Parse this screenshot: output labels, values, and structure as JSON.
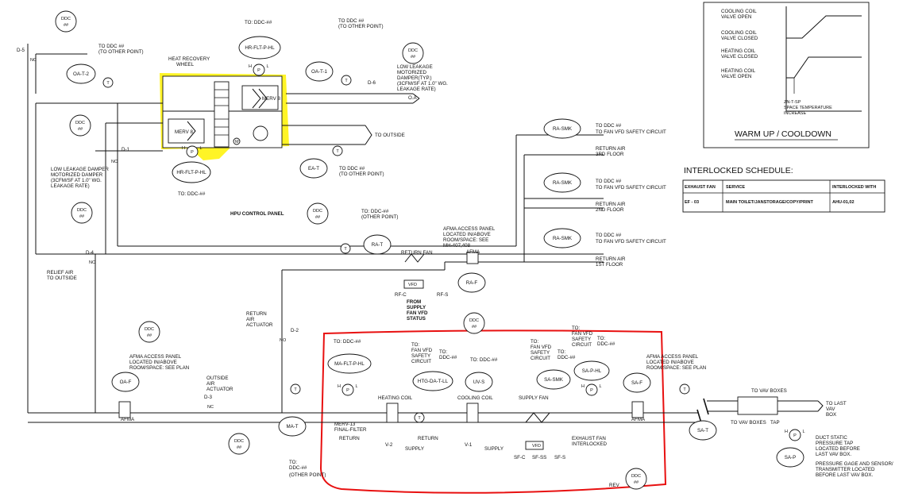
{
  "labels": {
    "ddc": "DDC",
    "hash": "##",
    "to_ddc": "TO: DDC-##",
    "to_other_point": "(TO OTHER POINT)",
    "other_point_caps": "(OTHER POINT)",
    "to_ddc_hash": "TO DDC ##",
    "to_fan_vfd_safety": "TO FAN VFD SAFETY CIRCUIT",
    "nc": "NC",
    "no": "NO",
    "d5": "D-5",
    "d1": "D-1",
    "d4": "D-4",
    "d6": "D-6",
    "d2": "D-2",
    "d3": "D-3",
    "v1": "V-1",
    "v2": "V-2",
    "oa": "O.A",
    "oat1": "OA-T-1",
    "oat2": "OA-T-2",
    "eat": "EA-T",
    "rat": "RA-T",
    "mat": "MA-T",
    "sat": "SA-T",
    "hrfltphl": "HR-FLT-P-HL",
    "mafltphl": "MA-FLT-P-HL",
    "saphl": "SA-P-HL",
    "rasmk": "RA-SMK",
    "sasmk": "SA-SMK",
    "raf": "RA-F",
    "oaf": "OA-F",
    "saf": "SA-F",
    "uvs": "UV-S",
    "htgdatll": "HTG-DA-T-LL",
    "sap": "SA-P",
    "merv8": "MERV 8",
    "heat_recovery_1": "HEAT RECOVERY",
    "heat_recovery_2": "WHEEL",
    "hpu_panel": "HPU CONTROL PANEL",
    "to_outside": "TO OUTSIDE",
    "low_leak_a": [
      "LOW LEAKAGE",
      "MOTORIZED",
      "DAMPER(TYP.)",
      "(3CFM/SF AT 1.0\" WG.",
      "LEAKAGE RATE)"
    ],
    "low_leak_b": [
      "LOW LEAKAGE DAMPER",
      "MOTORIZED DAMPER",
      "(3CFM/SF AT 1.0\" WG.",
      "LEAKAGE RATE)"
    ],
    "relief_air": [
      "RELIEF AIR",
      "TO OUTSIDE"
    ],
    "return_fan": "RETURN FAN",
    "afma": "AFMA",
    "afma_panel_top": [
      "AFMA ACCESS PANEL",
      "LOCATED IN/ABOVE",
      "ROOM/SPACE: SEE",
      "MH-407,408"
    ],
    "afma_panel_left": [
      "AFMA ACCESS PANEL",
      "LOCATED IN/ABOVE",
      "ROOM/SPACE: SEE PLAN"
    ],
    "afma_panel_right": [
      "AFMA ACCESS PANEL",
      "LOCATED IN/ABOVE",
      "ROOM/SPACE: SEE PLAN"
    ],
    "vfd": "VFD",
    "rfc": "RF-C",
    "rfs": "RF-S",
    "sfc": "SF-C",
    "sfss": "SF-SS",
    "sfs": "SF-S",
    "from_supply": [
      "FROM",
      "SUPPLY",
      "FAN VFD",
      "STATUS"
    ],
    "return_air_3": [
      "RETURN AIR",
      "3RD FLOOR"
    ],
    "return_air_2": [
      "RETURN AIR",
      "2ND FLOOR"
    ],
    "return_air_1": [
      "RETURN AIR",
      "1ST FLOOR"
    ],
    "return_air_actuator": [
      "RETURN",
      "AIR",
      "ACTUATOR"
    ],
    "outside_air_actuator": [
      "OUTSIDE",
      "AIR",
      "ACTUATOR"
    ],
    "merv13": [
      "MERV-13",
      "FINAL-FILTER"
    ],
    "heating_coil": "HEATING COIL",
    "cooling_coil": "COOLING COIL",
    "supply_fan": "SUPPLY FAN",
    "return": "RETURN",
    "supply": "SUPPLY",
    "exhaust_fan_interlocked": [
      "EXHAUST FAN",
      "INTERLOCKED"
    ],
    "fan_vfd_safety_stack": [
      "TO:",
      "FAN VFD",
      "SAFETY",
      "CIRCUIT"
    ],
    "to_stack": [
      "TO:",
      "DDC-##"
    ],
    "rev": "REV",
    "to_vav_boxes": "TO VAV BOXES",
    "to_last_vav": [
      "TO LAST",
      "VAV",
      "BOX"
    ],
    "duct_static": [
      "DUCT STATIC",
      "PRESSURE TAP",
      "LOCATED BEFORE",
      "LAST VAV BOX."
    ],
    "pressure_gage": [
      "PRESSURE GAGE AND SENSOR/",
      "TRANSMITTER LOCATED",
      "BEFORE LAST VAV BOX."
    ],
    "tap": "TAP",
    "gauge_h": "H",
    "gauge_l": "L",
    "gauge_p": "P"
  },
  "warmup": {
    "title": "WARM UP /  COOLDOWN",
    "cooling_open": [
      "COOLING COIL",
      "VALVE OPEN"
    ],
    "cooling_closed": [
      "COOLING COIL",
      "VALVE CLOSED"
    ],
    "heating_closed": [
      "HEATING COIL",
      "VALVE CLOSED"
    ],
    "heating_open": [
      "HEATING COIL",
      "VALVE OPEN"
    ],
    "axis_note": [
      "ZN-T-SP",
      "SPACE TEMPERATURE",
      "INCREASE"
    ]
  },
  "schedule": {
    "title": "INTERLOCKED SCHEDULE:",
    "headers": [
      "EXHAUST FAN",
      "SERVICE",
      "INTERLOCKED WITH"
    ],
    "rows": [
      [
        "EF - 03",
        "MAIN TOILET/JANSTORAGE/COPY/PRINT",
        "AHU-01,02"
      ]
    ]
  },
  "colors": {
    "highlight": "#fff200",
    "redline": "#e81010",
    "ink": "#111111"
  }
}
